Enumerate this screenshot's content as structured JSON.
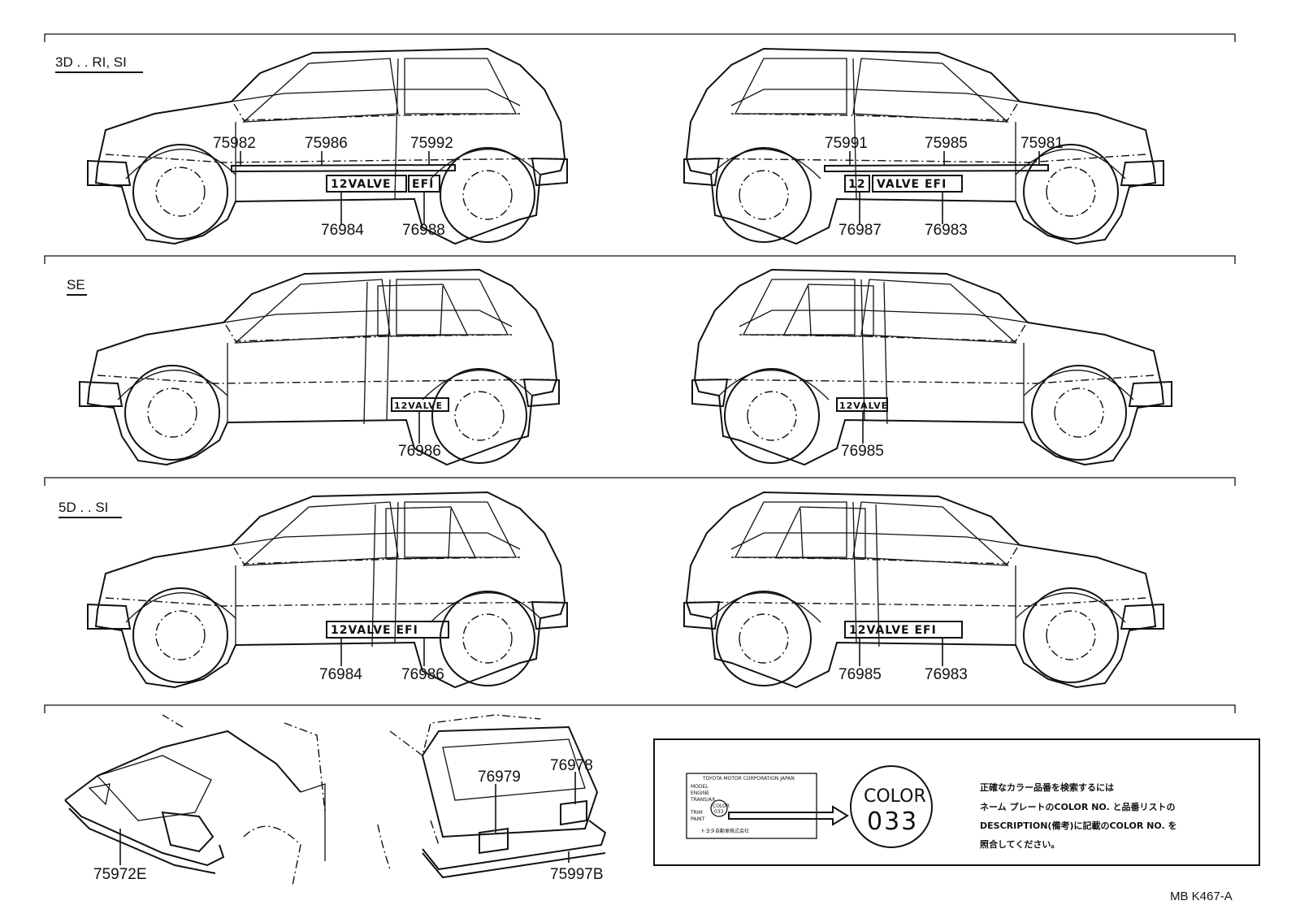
{
  "sections": [
    {
      "label": "3D . . RI, SI",
      "left_parts": [
        "75982",
        "75986",
        "75992",
        "76984",
        "76988"
      ],
      "left_emblems": [
        "12VALVE",
        "EFI"
      ],
      "right_parts": [
        "75991",
        "75985",
        "75981",
        "76987",
        "76983"
      ],
      "right_emblems": [
        "12",
        "VALVE EFI"
      ]
    },
    {
      "label": "SE",
      "left_parts": [
        "76986"
      ],
      "left_emblems": [
        "12VALVE"
      ],
      "right_parts": [
        "76985"
      ],
      "right_emblems": [
        "12VALVE"
      ]
    },
    {
      "label": "5D . . SI",
      "left_parts": [
        "76984",
        "76986"
      ],
      "left_emblems": [
        "12VALVE EFI"
      ],
      "right_parts": [
        "76985",
        "76983"
      ],
      "right_emblems": [
        "12VALVE EFI"
      ]
    }
  ],
  "bottom": {
    "front_part": "75972E",
    "rear_parts": [
      "76979",
      "76978",
      "75997B"
    ]
  },
  "color_box": {
    "plate_title": "TOYOTA MOTOR CORPORATION JAPAN",
    "plate_lines": [
      "MODEL",
      "ENGINE",
      "TRANS/AX",
      "TRIM",
      "PAINT"
    ],
    "plate_color_label": "COLOR",
    "plate_color_value": "033",
    "plate_maker": "トヨタ自動車株式会社",
    "big_color_label": "COLOR",
    "big_color_value": "033",
    "note_lines": [
      "正確なカラー品番を検索するには",
      "ネーム プレートのCOLOR NO. と品番リストの",
      "DESCRIPTION(備考)に記載のCOLOR NO. を",
      "照合してください。"
    ]
  },
  "figure_code": "MB  K467-A"
}
